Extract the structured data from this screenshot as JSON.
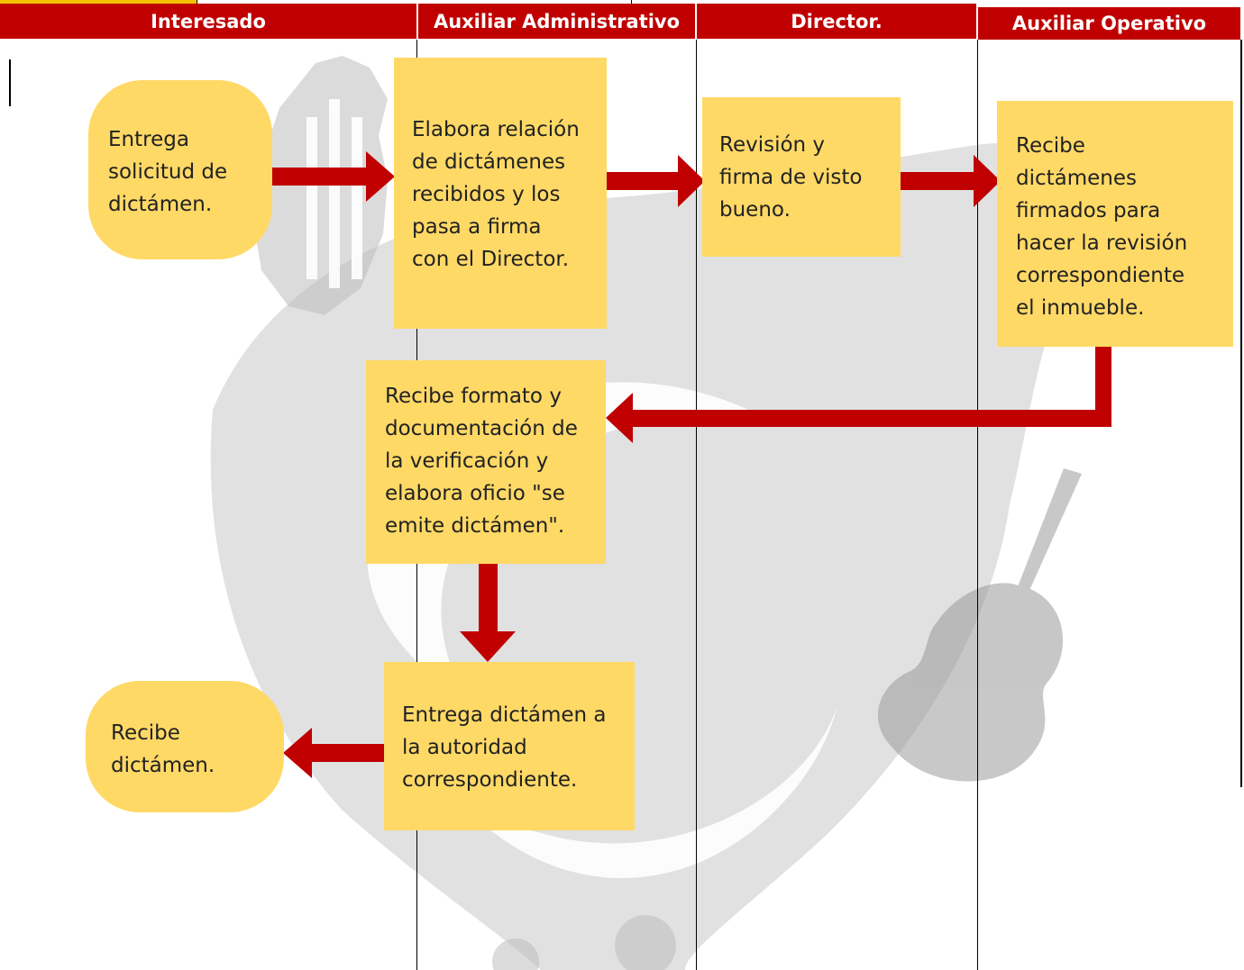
{
  "lanes": [
    {
      "name": "Interesado"
    },
    {
      "name": "Auxiliar Administrativo"
    },
    {
      "name": "Director."
    },
    {
      "name": "Auxiliar Operativo"
    }
  ],
  "steps": [
    {
      "id": "s1",
      "lane": "Interesado",
      "shape": "terminal",
      "text": "Entrega\nsolicitud de\ndictámen."
    },
    {
      "id": "s2",
      "lane": "Auxiliar Administrativo",
      "shape": "process",
      "text": "Elabora relación\nde dictámenes\nrecibidos y los\npasa a firma\ncon el Director."
    },
    {
      "id": "s3",
      "lane": "Director.",
      "shape": "process",
      "text": "Revisión y\nfirma de visto\nbueno."
    },
    {
      "id": "s4",
      "lane": "Auxiliar Operativo",
      "shape": "process",
      "text": "Recibe\ndictámenes\nfirmados para\nhacer la revisión\ncorrespondiente\nel inmueble."
    },
    {
      "id": "s5",
      "lane": "Auxiliar Administrativo",
      "shape": "process",
      "text": "Recibe formato y\ndocumentación de\nla verificación y\nelabora oficio \"se\nemite dictámen\"."
    },
    {
      "id": "s6",
      "lane": "Auxiliar Administrativo",
      "shape": "process",
      "text": "Entrega dictámen a\nla autoridad\ncorrespondiente."
    },
    {
      "id": "s7",
      "lane": "Interesado",
      "shape": "terminal",
      "text": "Recibe\ndictámen."
    }
  ],
  "flows": [
    {
      "from": "s1",
      "to": "s2"
    },
    {
      "from": "s2",
      "to": "s3"
    },
    {
      "from": "s3",
      "to": "s4"
    },
    {
      "from": "s4",
      "to": "s5"
    },
    {
      "from": "s5",
      "to": "s6"
    },
    {
      "from": "s6",
      "to": "s7"
    }
  ],
  "colors": {
    "header": "#c00000",
    "header_text": "#ffffff",
    "box": "#ffd966",
    "arrow": "#c00000",
    "watermark": "#c9c9c9",
    "corner_tab": "#f2c200"
  }
}
